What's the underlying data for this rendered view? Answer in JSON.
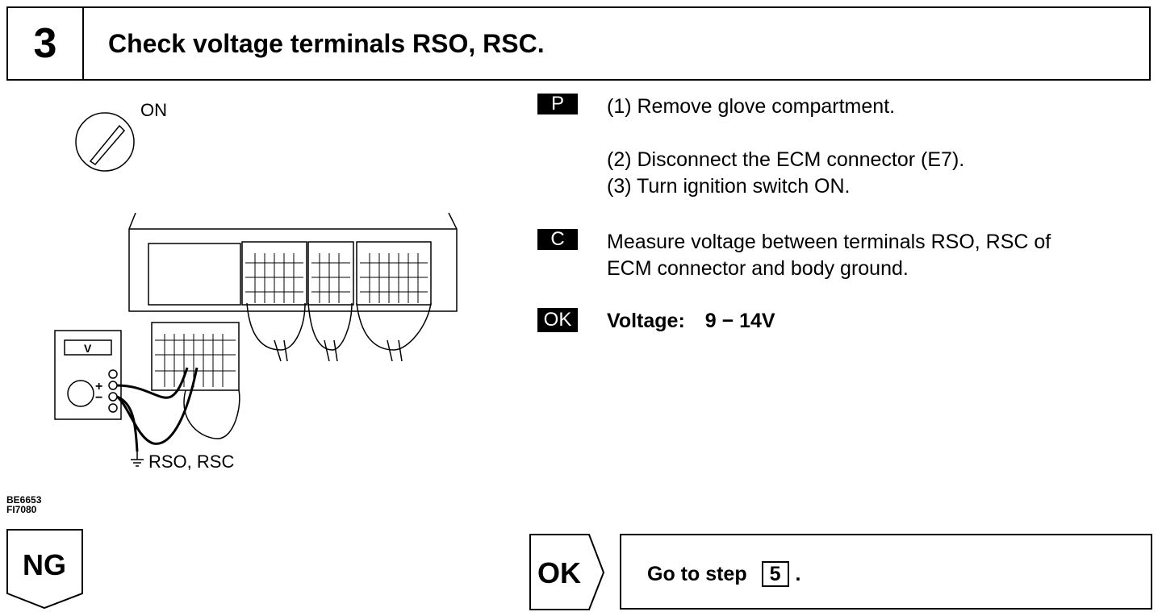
{
  "step": {
    "number": "3",
    "title": "Check voltage terminals RSO, RSC."
  },
  "illustration": {
    "ignition_label": "ON",
    "meter_label": "V",
    "plus_label": "+",
    "minus_label": "−",
    "terminal_label": "RSO, RSC",
    "figure_codes": [
      "BE6653",
      "FI7080"
    ]
  },
  "instructions": {
    "prep_badge": "P",
    "prep_steps": [
      "(1) Remove glove compartment.",
      "(2) Disconnect the ECM connector (E7).",
      "(3) Turn ignition switch ON."
    ],
    "check_badge": "C",
    "check_lines": [
      "Measure voltage between terminals RSO, RSC of",
      "ECM connector and body ground."
    ],
    "ok_badge": "OK",
    "spec_label": "Voltage:",
    "spec_value": "9 − 14V"
  },
  "results": {
    "ng_label": "NG",
    "ok_label": "OK",
    "ok_action_prefix": "Go to step",
    "ok_action_step": "5",
    "ok_action_suffix": "."
  }
}
